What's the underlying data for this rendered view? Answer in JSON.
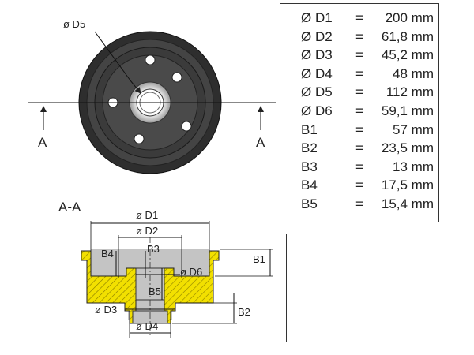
{
  "section_label": "A-A",
  "cut_marks": {
    "left": "A",
    "right": "A"
  },
  "front_view": {
    "d5_label": "ø D5"
  },
  "section_labels": {
    "d1": "ø D1",
    "d2": "ø D2",
    "d3": "ø D3",
    "d4": "ø D4",
    "d6": "ø D6",
    "b1": "B1",
    "b2": "B2",
    "b3": "B3",
    "b4": "B4",
    "b5": "B5"
  },
  "specs": [
    {
      "label": "Ø D1",
      "eq": "=",
      "value": "200 mm"
    },
    {
      "label": "Ø D2",
      "eq": "=",
      "value": "61,8 mm"
    },
    {
      "label": "Ø D3",
      "eq": "=",
      "value": "45,2 mm"
    },
    {
      "label": "Ø D4",
      "eq": "=",
      "value": "48 mm"
    },
    {
      "label": "Ø D5",
      "eq": "=",
      "value": "112 mm"
    },
    {
      "label": "Ø D6",
      "eq": "=",
      "value": "59,1 mm"
    },
    {
      "label": "B1",
      "eq": "=",
      "value": "57 mm"
    },
    {
      "label": "B2",
      "eq": "=",
      "value": "23,5 mm"
    },
    {
      "label": "B3",
      "eq": "=",
      "value": "13 mm"
    },
    {
      "label": "B4",
      "eq": "=",
      "value": "17,5 mm"
    },
    {
      "label": "B5",
      "eq": "=",
      "value": "15,4 mm"
    }
  ],
  "colors": {
    "drum_dark": "#3a3a3a",
    "section_fill": "#f2e000",
    "section_grey": "#bdbdbd"
  }
}
